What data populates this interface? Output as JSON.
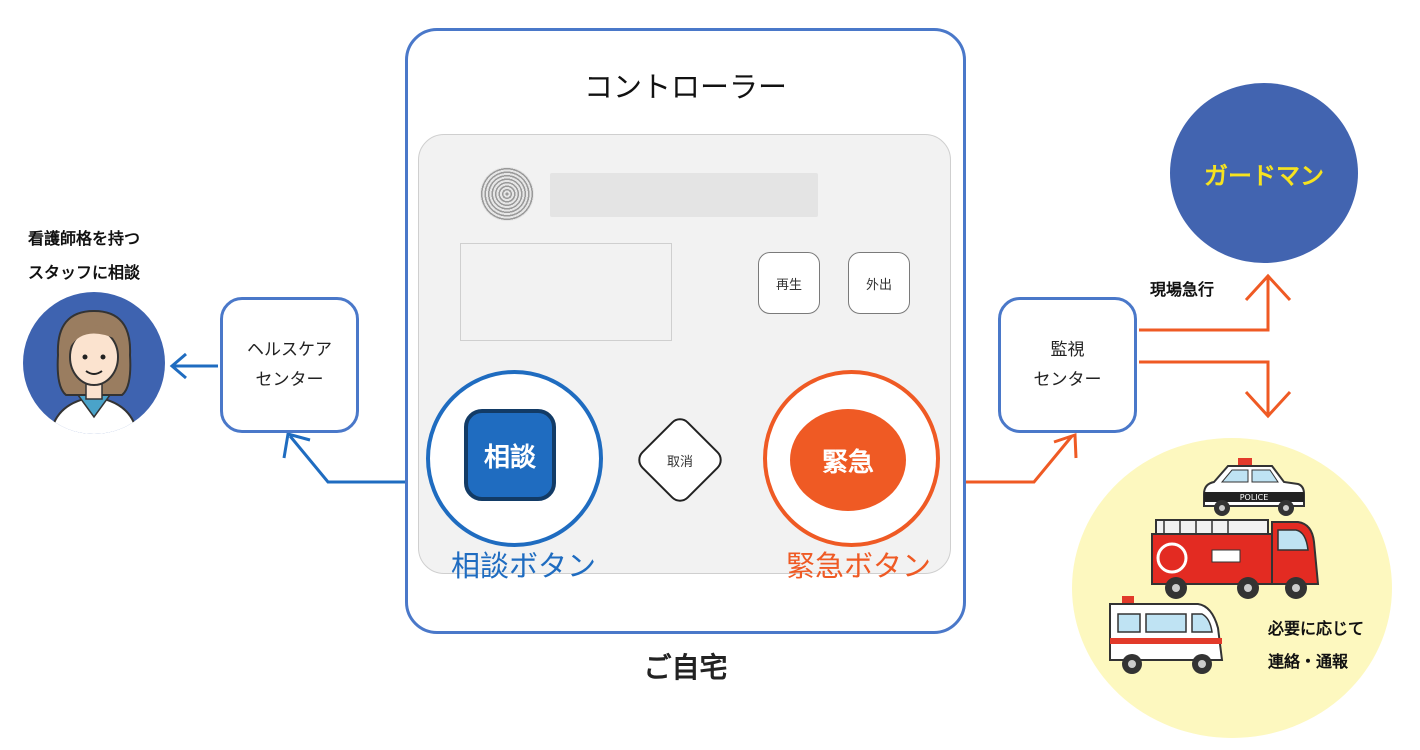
{
  "controller": {
    "title": "コントローラー",
    "replay_label": "再生",
    "out_label": "外出",
    "cancel_label": "取消",
    "consult_button_label": "相談",
    "emergency_button_label": "緊急",
    "consult_button_title": "相談ボタン",
    "emergency_button_title": "緊急ボタン"
  },
  "home_label": "ご自宅",
  "health_center": {
    "line1": "ヘルスケア",
    "line2": "センター"
  },
  "monitor_center": {
    "line1": "監視",
    "line2": "センター"
  },
  "nurse_caption": {
    "line1": "看護師格を持つ",
    "line2": "スタッフに相談"
  },
  "guard": {
    "label": "ガードマン",
    "rush_label": "現場急行"
  },
  "vehicles": {
    "line1": "必要に応じて",
    "line2": "連絡・通報",
    "police_text": "POLICE"
  },
  "colors": {
    "blue": "#1f6cc0",
    "frame_blue": "#4a78c9",
    "orange": "#ef5a24",
    "guard_blue": "#4264b0",
    "guard_text": "#f6e31f",
    "vehicle_bg": "#fdf8bf"
  }
}
